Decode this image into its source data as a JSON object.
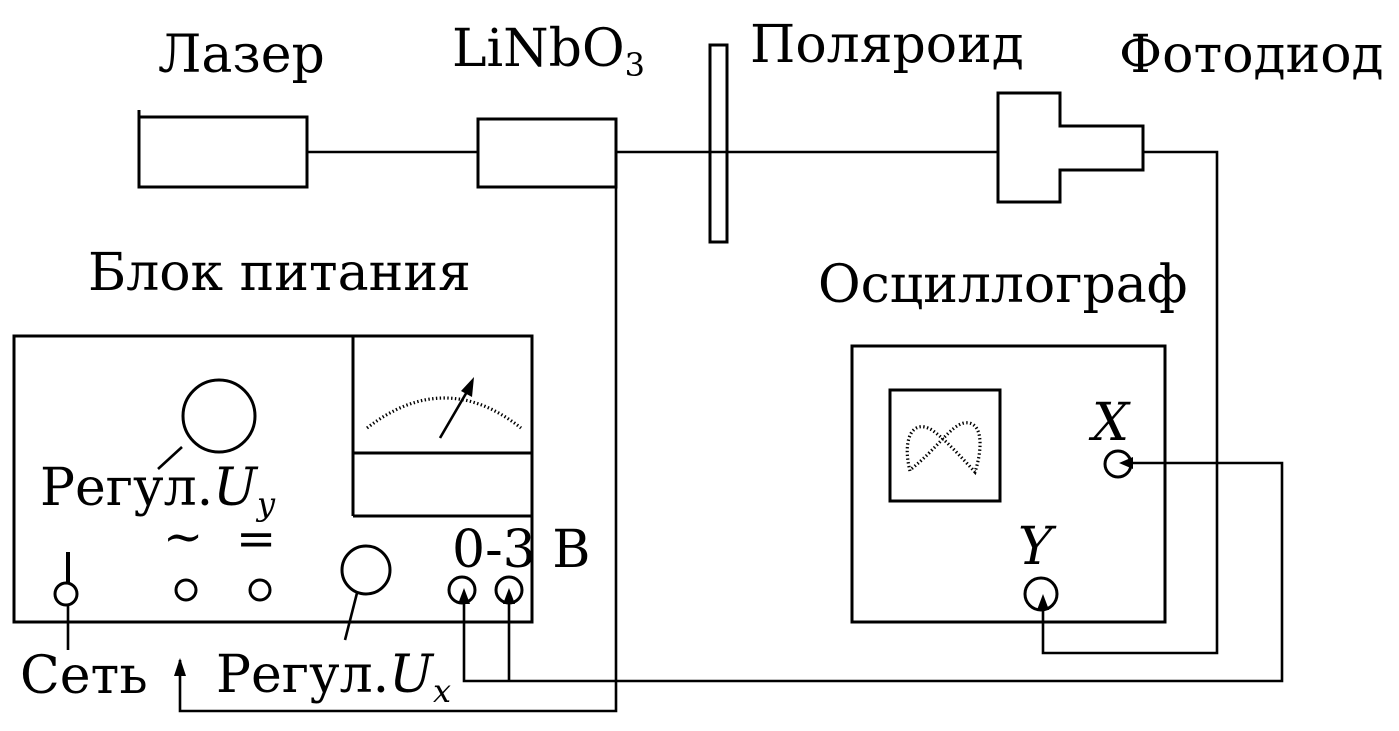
{
  "labels": {
    "laser": "Лазер",
    "crystal": "LiNbO",
    "crystal_sub": "3",
    "polaroid": "Поляроид",
    "photodiode": "Фотодиод",
    "power_supply": "Блок питания",
    "oscilloscope": "Осциллограф",
    "reg_prefix": "Регул.",
    "reg_var": "U",
    "reg_y_sub": "y",
    "reg_x_sub": "x",
    "ac_symbol": "~",
    "dc_symbol": "=",
    "range": "0-3 В",
    "mains": "Сеть",
    "osc_x": "X",
    "osc_y": "Y"
  },
  "colors": {
    "stroke": "#000000",
    "background": "#ffffff"
  }
}
